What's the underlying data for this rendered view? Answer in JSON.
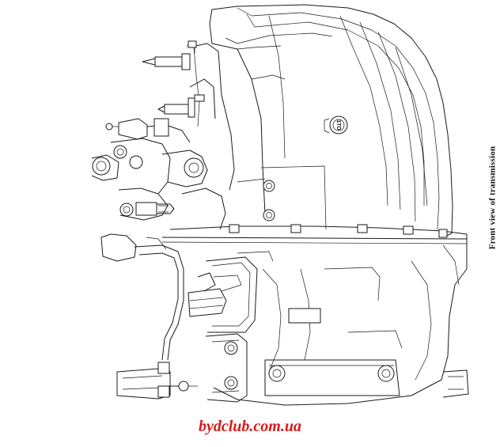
{
  "figure": {
    "caption": "Front view of transmission",
    "plug_marking": "1TO",
    "watermark": "bydclub.com.ua",
    "watermark_color": "#d81a1a",
    "line_color": "#1a1a1a"
  }
}
